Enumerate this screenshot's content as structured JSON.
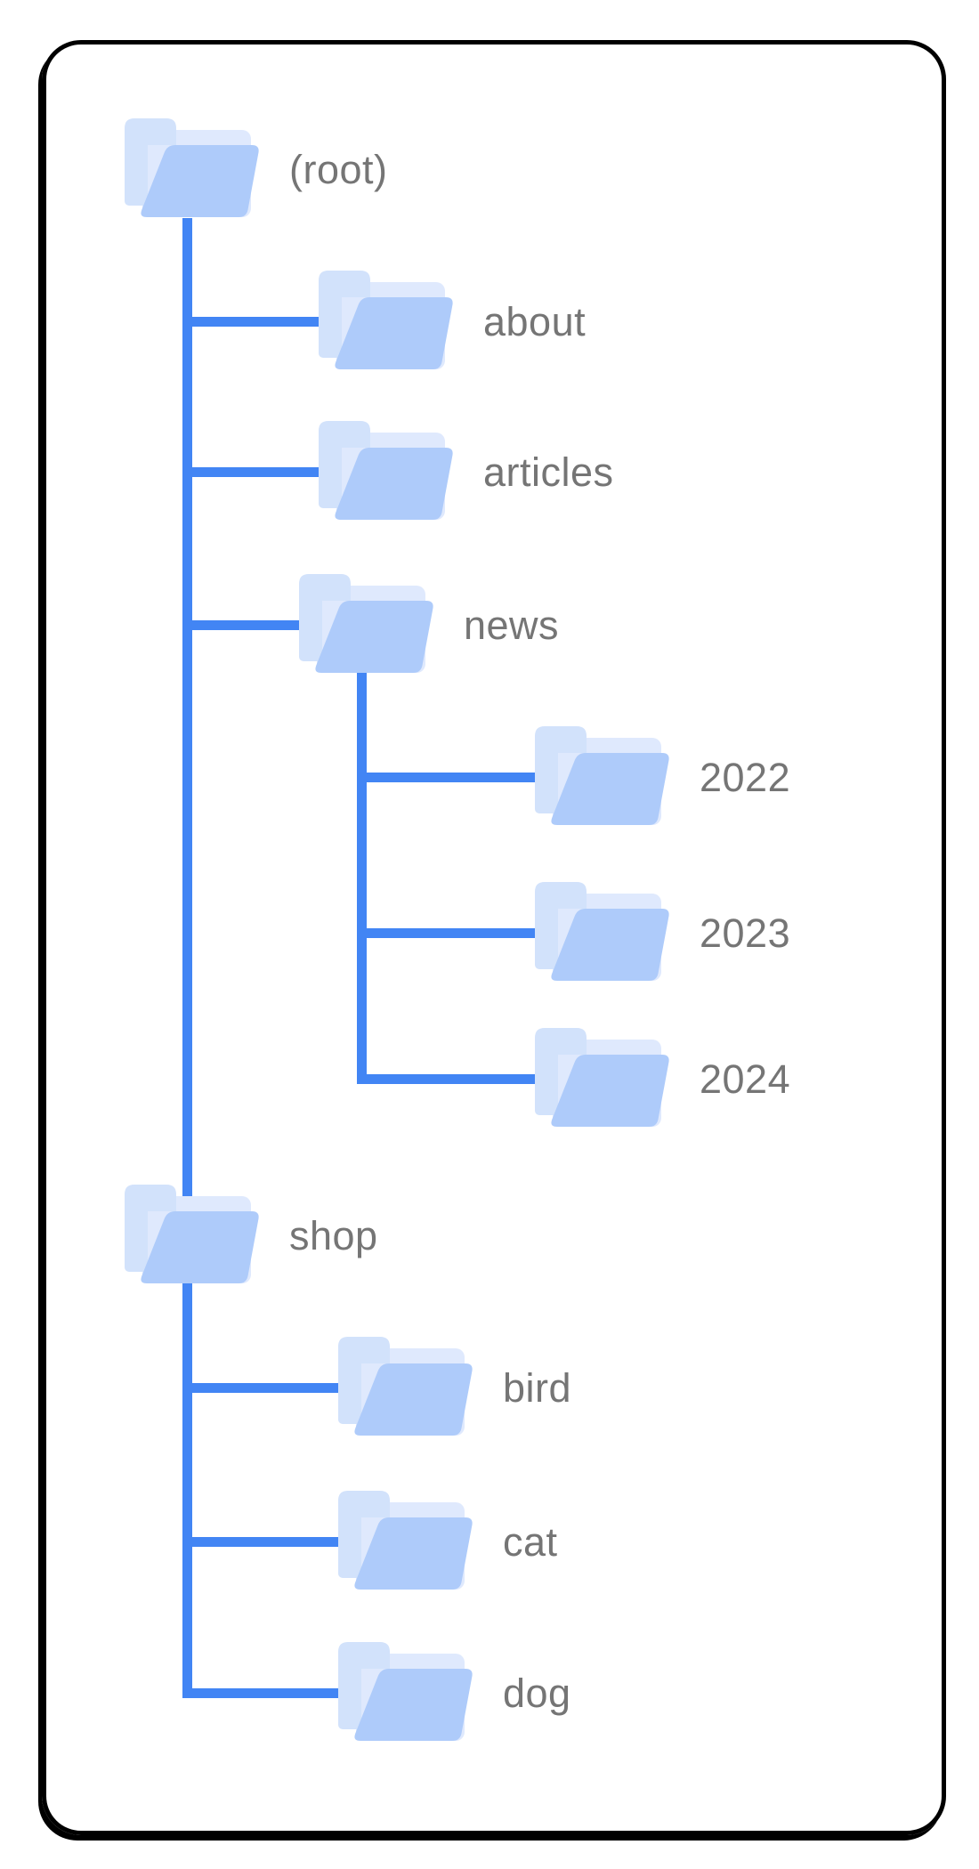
{
  "diagram_type": "folder-tree",
  "palette": {
    "line": "#4285F4",
    "folder-front": "#AECBFA",
    "folder-middle": "#DFE9FD",
    "folder-back": "#D2E2FB",
    "label": "#757575",
    "card-border": "#000000",
    "bg": "#FFFFFF"
  },
  "nodes": {
    "root": {
      "label": "(root)"
    },
    "about": {
      "label": "about"
    },
    "articles": {
      "label": "articles"
    },
    "news": {
      "label": "news"
    },
    "2022": {
      "label": "2022"
    },
    "2023": {
      "label": "2023"
    },
    "2024": {
      "label": "2024"
    },
    "shop": {
      "label": "shop"
    },
    "bird": {
      "label": "bird"
    },
    "cat": {
      "label": "cat"
    },
    "dog": {
      "label": "dog"
    }
  },
  "structure": {
    "label": "(root)",
    "children": [
      {
        "label": "about"
      },
      {
        "label": "articles"
      },
      {
        "label": "news",
        "children": [
          {
            "label": "2022"
          },
          {
            "label": "2023"
          },
          {
            "label": "2024"
          }
        ]
      },
      {
        "label": "shop",
        "children": [
          {
            "label": "bird"
          },
          {
            "label": "cat"
          },
          {
            "label": "dog"
          }
        ]
      }
    ]
  }
}
